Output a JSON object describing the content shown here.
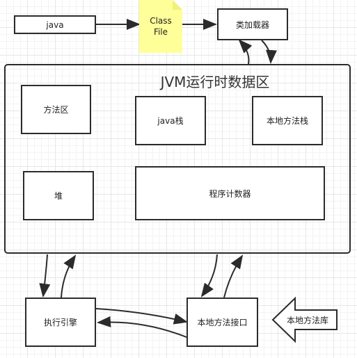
{
  "source": {
    "java_label": "java"
  },
  "class_file": {
    "label": "Class\nFile",
    "color": "#ffff99"
  },
  "class_loader": {
    "label": "类加载器"
  },
  "runtime_area": {
    "title": "JVM运行时数据区",
    "method_area": "方法区",
    "java_stack": "java栈",
    "native_stack": "本地方法栈",
    "heap": "堆",
    "program_counter": "程序计数器"
  },
  "execution_engine": {
    "label": "执行引擎"
  },
  "native_interface": {
    "label": "本地方法接口"
  },
  "native_library": {
    "label": "本地方法库"
  },
  "colors": {
    "line": "#2b2b2b",
    "grid": "#e6e6e6"
  }
}
